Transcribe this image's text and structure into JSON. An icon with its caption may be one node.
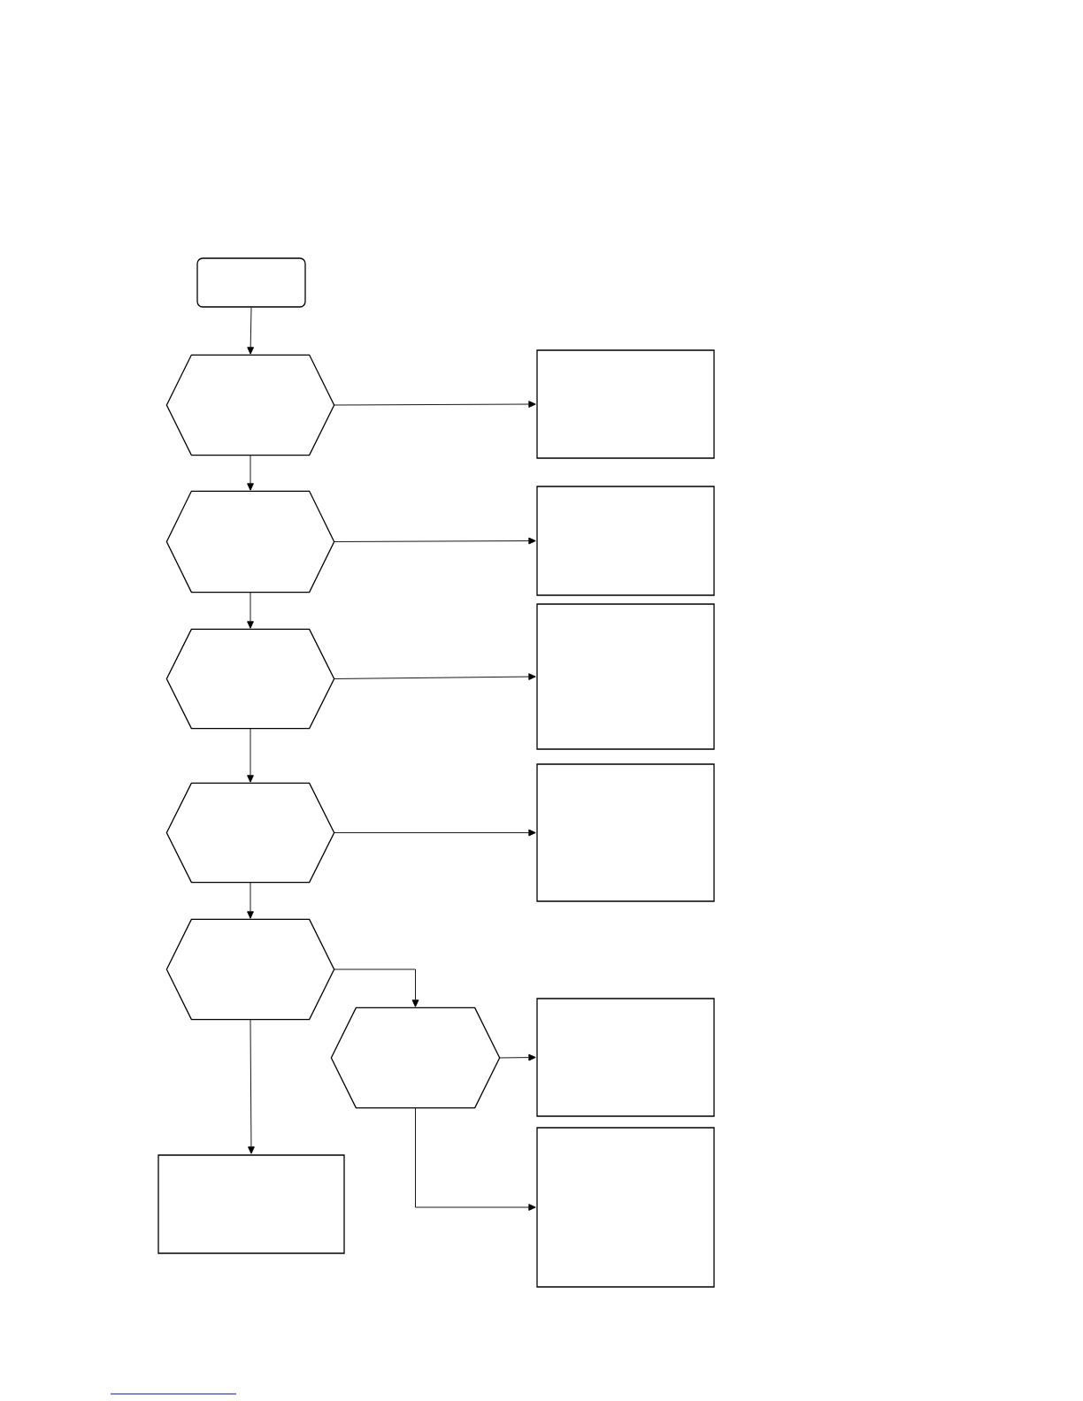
{
  "diagram": {
    "nodes": [
      {
        "text": [],
        "shape": "rectangle"
      },
      {
        "text": [],
        "shape": "hexagon"
      },
      {
        "text": [],
        "shape": "box"
      },
      {
        "text": [],
        "shape": "hexagon"
      },
      {
        "text": [],
        "shape": "box"
      },
      {
        "text": [],
        "shape": "hexagon"
      },
      {
        "text": [],
        "shape": "box"
      },
      {
        "text": [],
        "shape": "hexagon"
      },
      {
        "text": [],
        "shape": "box"
      },
      {
        "text": [],
        "shape": "hexagon"
      },
      {
        "text": [],
        "shape": "hexagon"
      },
      {
        "text": [],
        "shape": "box"
      },
      {
        "text": [],
        "shape": "box"
      },
      {
        "text": [],
        "shape": "box"
      }
    ],
    "edges": [
      {
        "from": 0,
        "to": 1,
        "arrow": "to"
      },
      {
        "from": 1,
        "to": 2,
        "arrow": "to"
      },
      {
        "from": 1,
        "to": 3,
        "arrow": "to"
      },
      {
        "from": 3,
        "to": 4,
        "arrow": "to"
      },
      {
        "from": 3,
        "to": 5,
        "arrow": "to"
      },
      {
        "from": 5,
        "to": 6,
        "arrow": "to"
      },
      {
        "from": 5,
        "to": 7,
        "arrow": "to"
      },
      {
        "from": 7,
        "to": 8,
        "arrow": "to"
      },
      {
        "from": 7,
        "to": 9,
        "arrow": "to"
      },
      {
        "from": 9,
        "to": 10,
        "arrow": "to"
      },
      {
        "from": 9,
        "to": 13,
        "arrow": "to"
      },
      {
        "from": 10,
        "to": 11,
        "arrow": "to"
      },
      {
        "from": 10,
        "to": 12,
        "arrow": "to"
      }
    ]
  }
}
